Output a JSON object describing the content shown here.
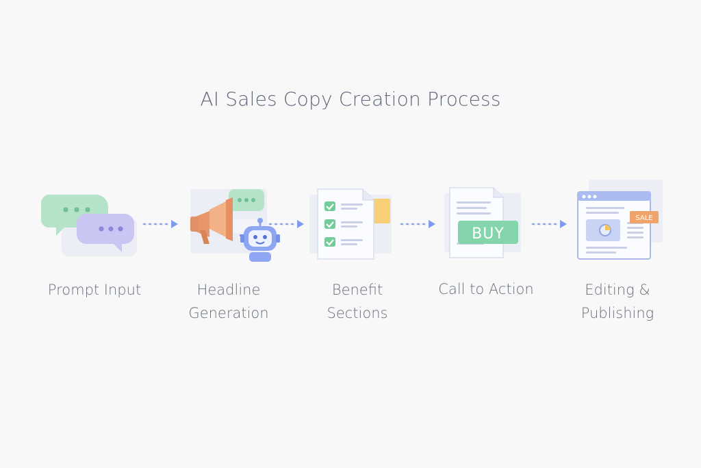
{
  "title": "AI Sales Copy Creation Process",
  "steps": [
    {
      "label_lines": [
        "Prompt Input"
      ],
      "icon": "chat-bubbles-icon"
    },
    {
      "label_lines": [
        "Headline",
        "Generation"
      ],
      "icon": "megaphone-robot-icon"
    },
    {
      "label_lines": [
        "Benefit",
        "Sections"
      ],
      "icon": "checklist-document-icon"
    },
    {
      "label_lines": [
        "Call to Action"
      ],
      "icon": "buy-button-document-icon",
      "badge": "BUY"
    },
    {
      "label_lines": [
        "Editing &",
        "Publishing"
      ],
      "icon": "browser-window-icon",
      "badge": "SALE"
    }
  ],
  "colors": {
    "green": "#a8dcc0",
    "purple": "#c7c7f2",
    "blue": "#7f9cf0",
    "orange": "#f0a46a",
    "yellow": "#f7d27a",
    "doc": "#eef1f8",
    "check": "#72cc9a",
    "buy_green": "#7fd3a8"
  }
}
